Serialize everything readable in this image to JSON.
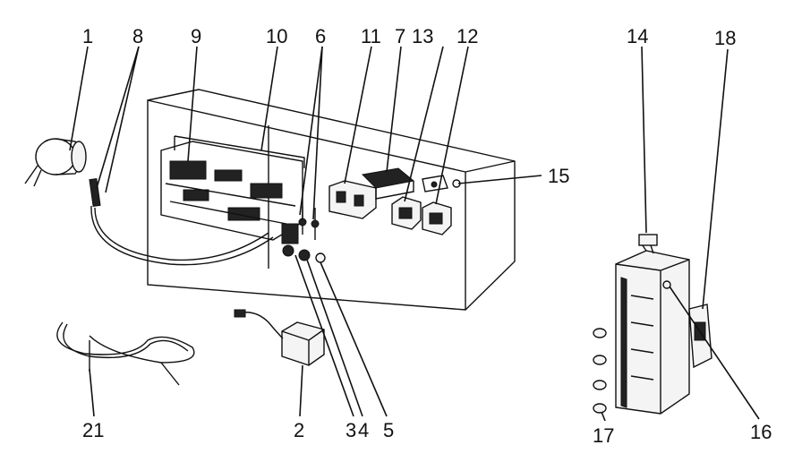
{
  "diagram": {
    "callouts": [
      {
        "id": "c1",
        "text": "1"
      },
      {
        "id": "c8",
        "text": "8"
      },
      {
        "id": "c9",
        "text": "9"
      },
      {
        "id": "c10",
        "text": "10"
      },
      {
        "id": "c6",
        "text": "6"
      },
      {
        "id": "c11",
        "text": "11"
      },
      {
        "id": "c7",
        "text": "7"
      },
      {
        "id": "c13",
        "text": "13"
      },
      {
        "id": "c12",
        "text": "12"
      },
      {
        "id": "c15",
        "text": "15"
      },
      {
        "id": "c14",
        "text": "14"
      },
      {
        "id": "c18",
        "text": "18"
      },
      {
        "id": "c16",
        "text": "16"
      },
      {
        "id": "c17",
        "text": "17"
      },
      {
        "id": "c21",
        "text": "21"
      },
      {
        "id": "c2",
        "text": "2"
      },
      {
        "id": "c3",
        "text": "3"
      },
      {
        "id": "c4",
        "text": "4"
      },
      {
        "id": "c5",
        "text": "5"
      }
    ]
  }
}
